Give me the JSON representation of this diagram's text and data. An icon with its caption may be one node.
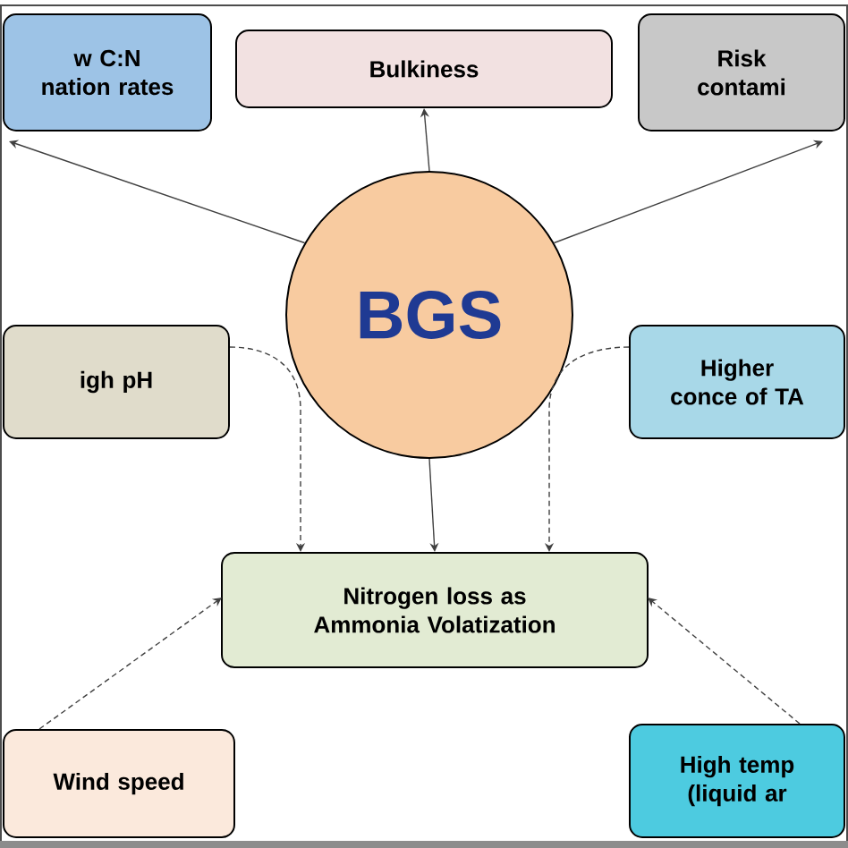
{
  "diagram": {
    "nodes": [
      {
        "text": [
          "w C:N nation rates"
        ]
      },
      {
        "text": [
          "Bulkiness"
        ]
      },
      {
        "text": [
          "Risk contami"
        ]
      },
      {
        "text": [
          "BGS"
        ]
      },
      {
        "text": [
          "igh pH"
        ]
      },
      {
        "text": [
          "Higher conce of TA"
        ]
      },
      {
        "text": [
          "Nitrogen loss as Ammonia Volatization"
        ]
      },
      {
        "text": [
          "Wind speed"
        ]
      },
      {
        "text": [
          "High temp (liquid ar"
        ]
      }
    ],
    "edges": [
      {
        "from": 3,
        "to": 0,
        "arrow": "to"
      },
      {
        "from": 3,
        "to": 1,
        "arrow": "to"
      },
      {
        "from": 3,
        "to": 2,
        "arrow": "to"
      },
      {
        "from": 3,
        "to": 6,
        "arrow": "to"
      },
      {
        "from": 4,
        "to": 6,
        "arrow": "to",
        "style": "dashed"
      },
      {
        "from": 5,
        "to": 6,
        "arrow": "to",
        "style": "dashed"
      },
      {
        "from": 7,
        "to": 6,
        "arrow": "to",
        "style": "dashed"
      },
      {
        "from": 8,
        "to": 6,
        "arrow": "to",
        "style": "dashed"
      }
    ]
  }
}
